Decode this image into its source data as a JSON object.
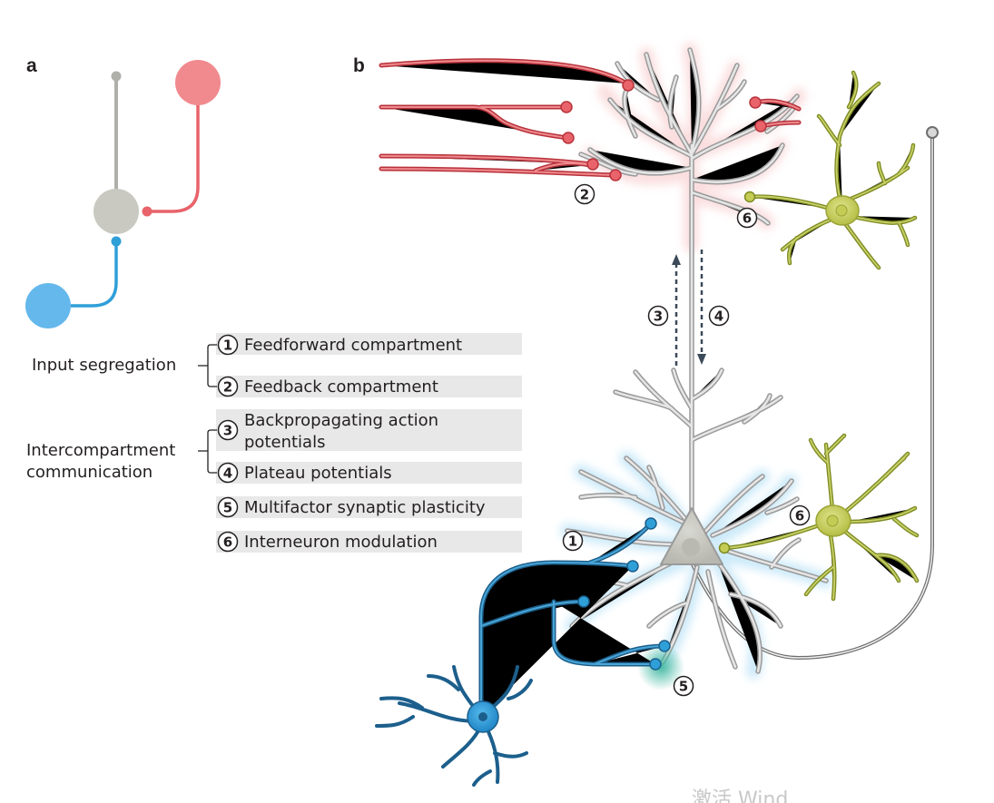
{
  "panels": {
    "a": "a",
    "b": "b"
  },
  "legend": {
    "groups": [
      {
        "label_lines": [
          "Input segregation"
        ]
      },
      {
        "label_lines": [
          "Intercompartment",
          "communication"
        ]
      }
    ],
    "items": [
      {
        "number": "1",
        "lines": [
          "Feedforward compartment"
        ]
      },
      {
        "number": "2",
        "lines": [
          "Feedback compartment"
        ]
      },
      {
        "number": "3",
        "lines": [
          "Backpropagating action",
          "potentials"
        ]
      },
      {
        "number": "4",
        "lines": [
          "Plateau potentials"
        ]
      },
      {
        "number": "5",
        "lines": [
          "Multifactor synaptic plasticity"
        ]
      },
      {
        "number": "6",
        "lines": [
          "Interneuron modulation"
        ]
      }
    ]
  },
  "diagram_markers": {
    "feedback": "2",
    "bap": "3",
    "plateau": "4",
    "feedforward": "1",
    "plasticity": "5",
    "interneuron_top": "6",
    "interneuron_bottom": "6"
  },
  "watermark": "激活 Wind",
  "colors": {
    "feedback_input": "#e8636a",
    "feedforward_input": "#2f9fd8",
    "pyramidal": "#c9c9c2",
    "interneuron": "#c4cc55",
    "neuromodulator": "#3fb8a0",
    "legend_box": "#e8e8e8"
  }
}
